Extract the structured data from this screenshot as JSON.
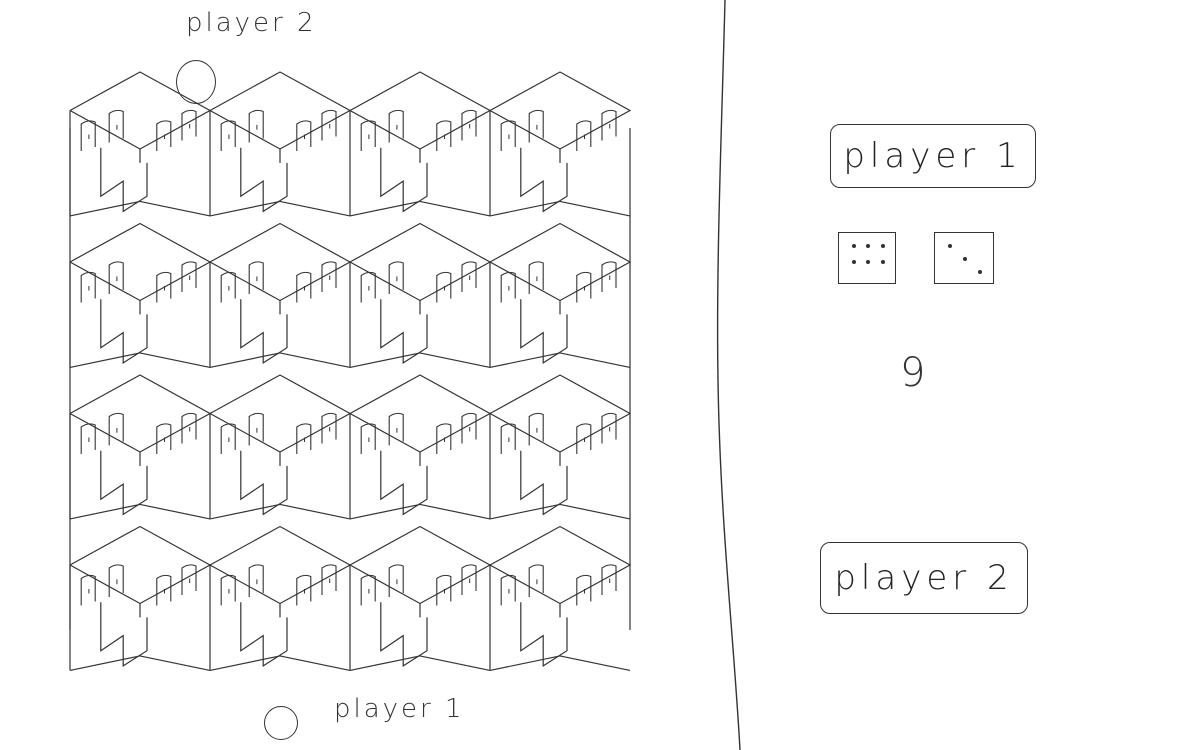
{
  "board": {
    "top_label": "player 2",
    "bottom_label": "player 1",
    "rows": 4,
    "cols": 4,
    "stroke_color": "#333333"
  },
  "tokens": {
    "player2_token": "circle",
    "player1_token": "circle"
  },
  "side_panel": {
    "player1_button": "player 1",
    "player2_button": "player 2",
    "dice": [
      6,
      3
    ],
    "total": "9"
  }
}
